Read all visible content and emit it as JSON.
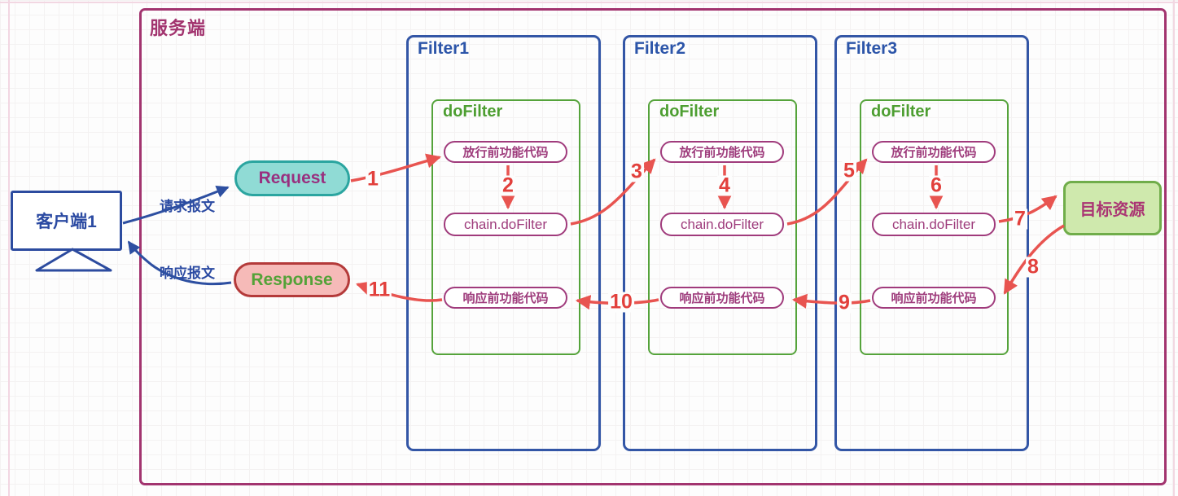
{
  "diagram": {
    "server_title": "服务端",
    "client_label": "客户端1",
    "request_label": "Request",
    "response_label": "Response",
    "request_msg": "请求报文",
    "response_msg": "响应报文",
    "target_label": "目标资源"
  },
  "filters": [
    {
      "name": "Filter1",
      "method": "doFilter",
      "pre": "放行前功能代码",
      "chain": "chain.doFilter",
      "post": "响应前功能代码"
    },
    {
      "name": "Filter2",
      "method": "doFilter",
      "pre": "放行前功能代码",
      "chain": "chain.doFilter",
      "post": "响应前功能代码"
    },
    {
      "name": "Filter3",
      "method": "doFilter",
      "pre": "放行前功能代码",
      "chain": "chain.doFilter",
      "post": "响应前功能代码"
    }
  ],
  "flow_steps": [
    "1",
    "2",
    "3",
    "4",
    "5",
    "6",
    "7",
    "8",
    "9",
    "10",
    "11"
  ],
  "colors": {
    "server_border": "#a2346f",
    "filter_border": "#3356a6",
    "dofilter_border": "#55a33b",
    "pill_border": "#a03b7c",
    "arrow_red": "#e85450",
    "arrow_blue": "#2d4fa1",
    "request_fill": "#90dbd5",
    "request_border": "#2ba5a0",
    "request_text": "#99307f",
    "response_fill": "#f6bab8",
    "response_border": "#b43a3a",
    "response_text": "#54a238",
    "target_fill": "#cfe9ad",
    "target_border": "#70ad4a",
    "target_text": "#aa3573"
  }
}
